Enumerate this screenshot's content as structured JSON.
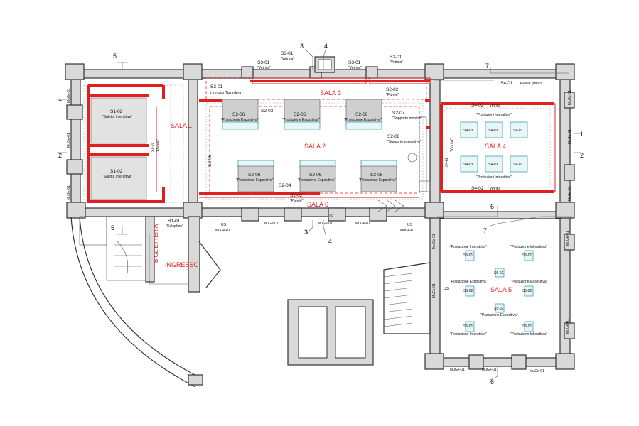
{
  "rooms": {
    "sala1": "SALA 1",
    "sala2": "SALA 2",
    "sala3": "SALA 3",
    "sala4": "SALA 4",
    "sala5": "SALA 5",
    "sala6": "SALA 6",
    "biglietteria": "BIGLIETTERIA",
    "ingresso": "INGRESSO"
  },
  "codes": {
    "s1_02": "S1-02",
    "s1_01": "S1-01",
    "s2_01": "S2-01",
    "s2_02": "S2-02",
    "s2_03": "S2-03",
    "s2_04": "S2-04",
    "s2_05": "S2-05",
    "s2_06": "S2-06",
    "s2_07": "S2-07",
    "s2_08": "S2-08",
    "s3_01": "S3-01",
    "s4_01": "S4-01",
    "s4_02": "S4-02",
    "s4_03": "S4-03",
    "s5_01": "S5-01",
    "s5_02": "S5-02",
    "b1_01": "B1-01",
    "muge": "MuGe-01",
    "us": "US"
  },
  "labels": {
    "saletta": "\"Saletta interattive\"",
    "parete": "\"Parete\"",
    "vetrina": "\"Vetrina\"",
    "locale_tecnico": "Locale Tecnico",
    "postazione_espositiva": "\"Postazione Espositiva\"",
    "postazione_interattiva": "\"Postazione Interattiva\"",
    "postazioni_interattive": "\"Postazioni Interattive\"",
    "supporto_monitor": "\"Supporto monitor\"",
    "supporto_espositivo": "\"Supporto espositivo\"",
    "parete_grafica": "\"Parete grafica\"",
    "colophon": "\"Colophon\""
  },
  "sections": {
    "n1": "1",
    "n2": "2",
    "n3": "3",
    "n4": "4",
    "n5": "5",
    "n6": "6",
    "n7": "7"
  },
  "colors": {
    "accent": "#e02020",
    "monitor": "#3aa5b5",
    "wall": "#d9d9d9"
  }
}
